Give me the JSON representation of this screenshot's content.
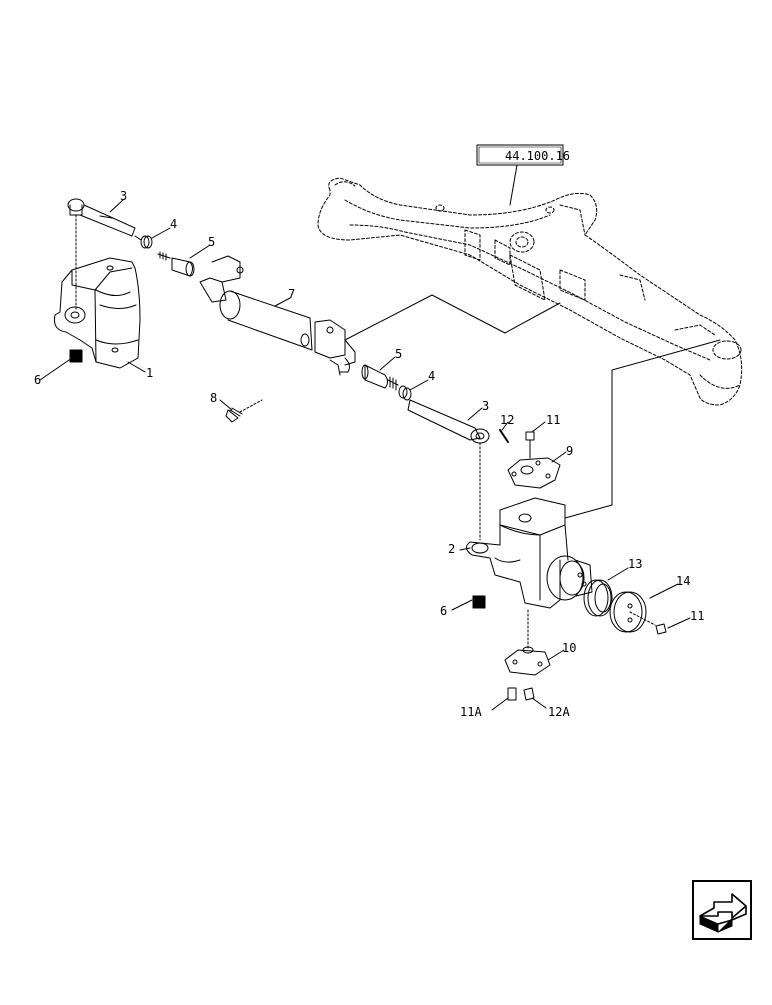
{
  "diagram": {
    "reference_code": "44.100.16",
    "callouts": {
      "c1": "1",
      "c2": "2",
      "c3a": "3",
      "c3b": "3",
      "c4a": "4",
      "c4b": "4",
      "c5a": "5",
      "c5b": "5",
      "c6a": "6",
      "c6b": "6",
      "c7": "7",
      "c8": "8",
      "c9": "9",
      "c10": "10",
      "c11a": "11",
      "c11b": "11",
      "c11A": "11A",
      "c12": "12",
      "c12A": "12A",
      "c13": "13",
      "c14": "14"
    }
  },
  "navigation": {
    "icon": "next-page-arrow-icon"
  },
  "colors": {
    "ink": "#000000",
    "paper": "#ffffff"
  }
}
